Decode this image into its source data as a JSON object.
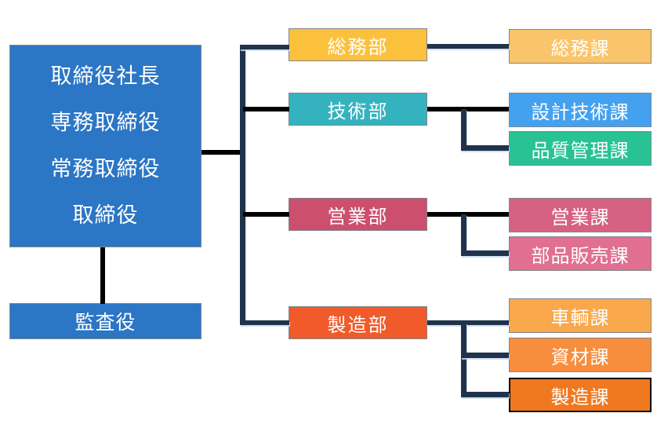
{
  "executive": {
    "lines": [
      "取締役社長",
      "専務取締役",
      "常務取締役",
      "取締役"
    ]
  },
  "auditor": {
    "label": "監査役"
  },
  "departments": [
    {
      "label": "総務部",
      "color": "#FBC13D",
      "sections": [
        {
          "label": "総務課",
          "color": "#FAC46A"
        }
      ]
    },
    {
      "label": "技術部",
      "color": "#34B3BF",
      "sections": [
        {
          "label": "設計技術課",
          "color": "#44A1EF"
        },
        {
          "label": "品質管理課",
          "color": "#29C295"
        }
      ]
    },
    {
      "label": "営業部",
      "color": "#CD4F6E",
      "sections": [
        {
          "label": "営業課",
          "color": "#D66183"
        },
        {
          "label": "部品販売課",
          "color": "#E06F92"
        }
      ]
    },
    {
      "label": "製造部",
      "color": "#F15A2B",
      "sections": [
        {
          "label": "車輌課",
          "color": "#F9A84B"
        },
        {
          "label": "資材課",
          "color": "#F78E3D"
        },
        {
          "label": "製造課",
          "color": "#F0791F",
          "border_color": "#000000"
        }
      ]
    }
  ],
  "colors": {
    "executive_box": "#2B76C5",
    "connector_dark": "#1F334C",
    "connector_black": "#000000",
    "box_border": "#82878C",
    "text": "#FFFFFF"
  }
}
